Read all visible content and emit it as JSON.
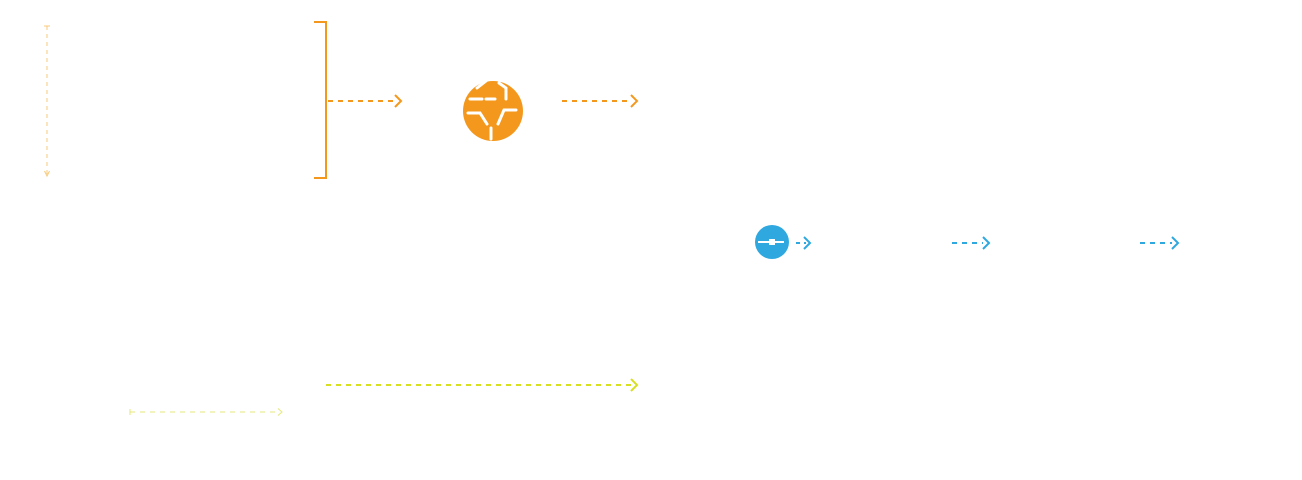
{
  "colors": {
    "orange": "#F3981C",
    "blue": "#2FA8E0",
    "lime": "#D7DF23",
    "light_orange": "#F8C97A",
    "light_lime": "#E3E87A",
    "white": "#FFFFFF"
  },
  "elements": {
    "timeline_marker": {
      "icon": "vertical-range-marker"
    },
    "grouping_bracket": {
      "icon": "right-square-bracket"
    },
    "orange_flow": {
      "arrow_count": 2,
      "style": "dashed"
    },
    "orange_badge": {
      "icon": "orange-circle-face-emblem"
    },
    "blue_flow": {
      "arrow_count": 3,
      "style": "dashed"
    },
    "blue_badge": {
      "icon": "blue-circle-square-emblem"
    },
    "lime_flow": {
      "arrow_count": 1,
      "style": "dashed"
    },
    "faint_flow": {
      "arrow_count": 1,
      "style": "dashed"
    }
  }
}
